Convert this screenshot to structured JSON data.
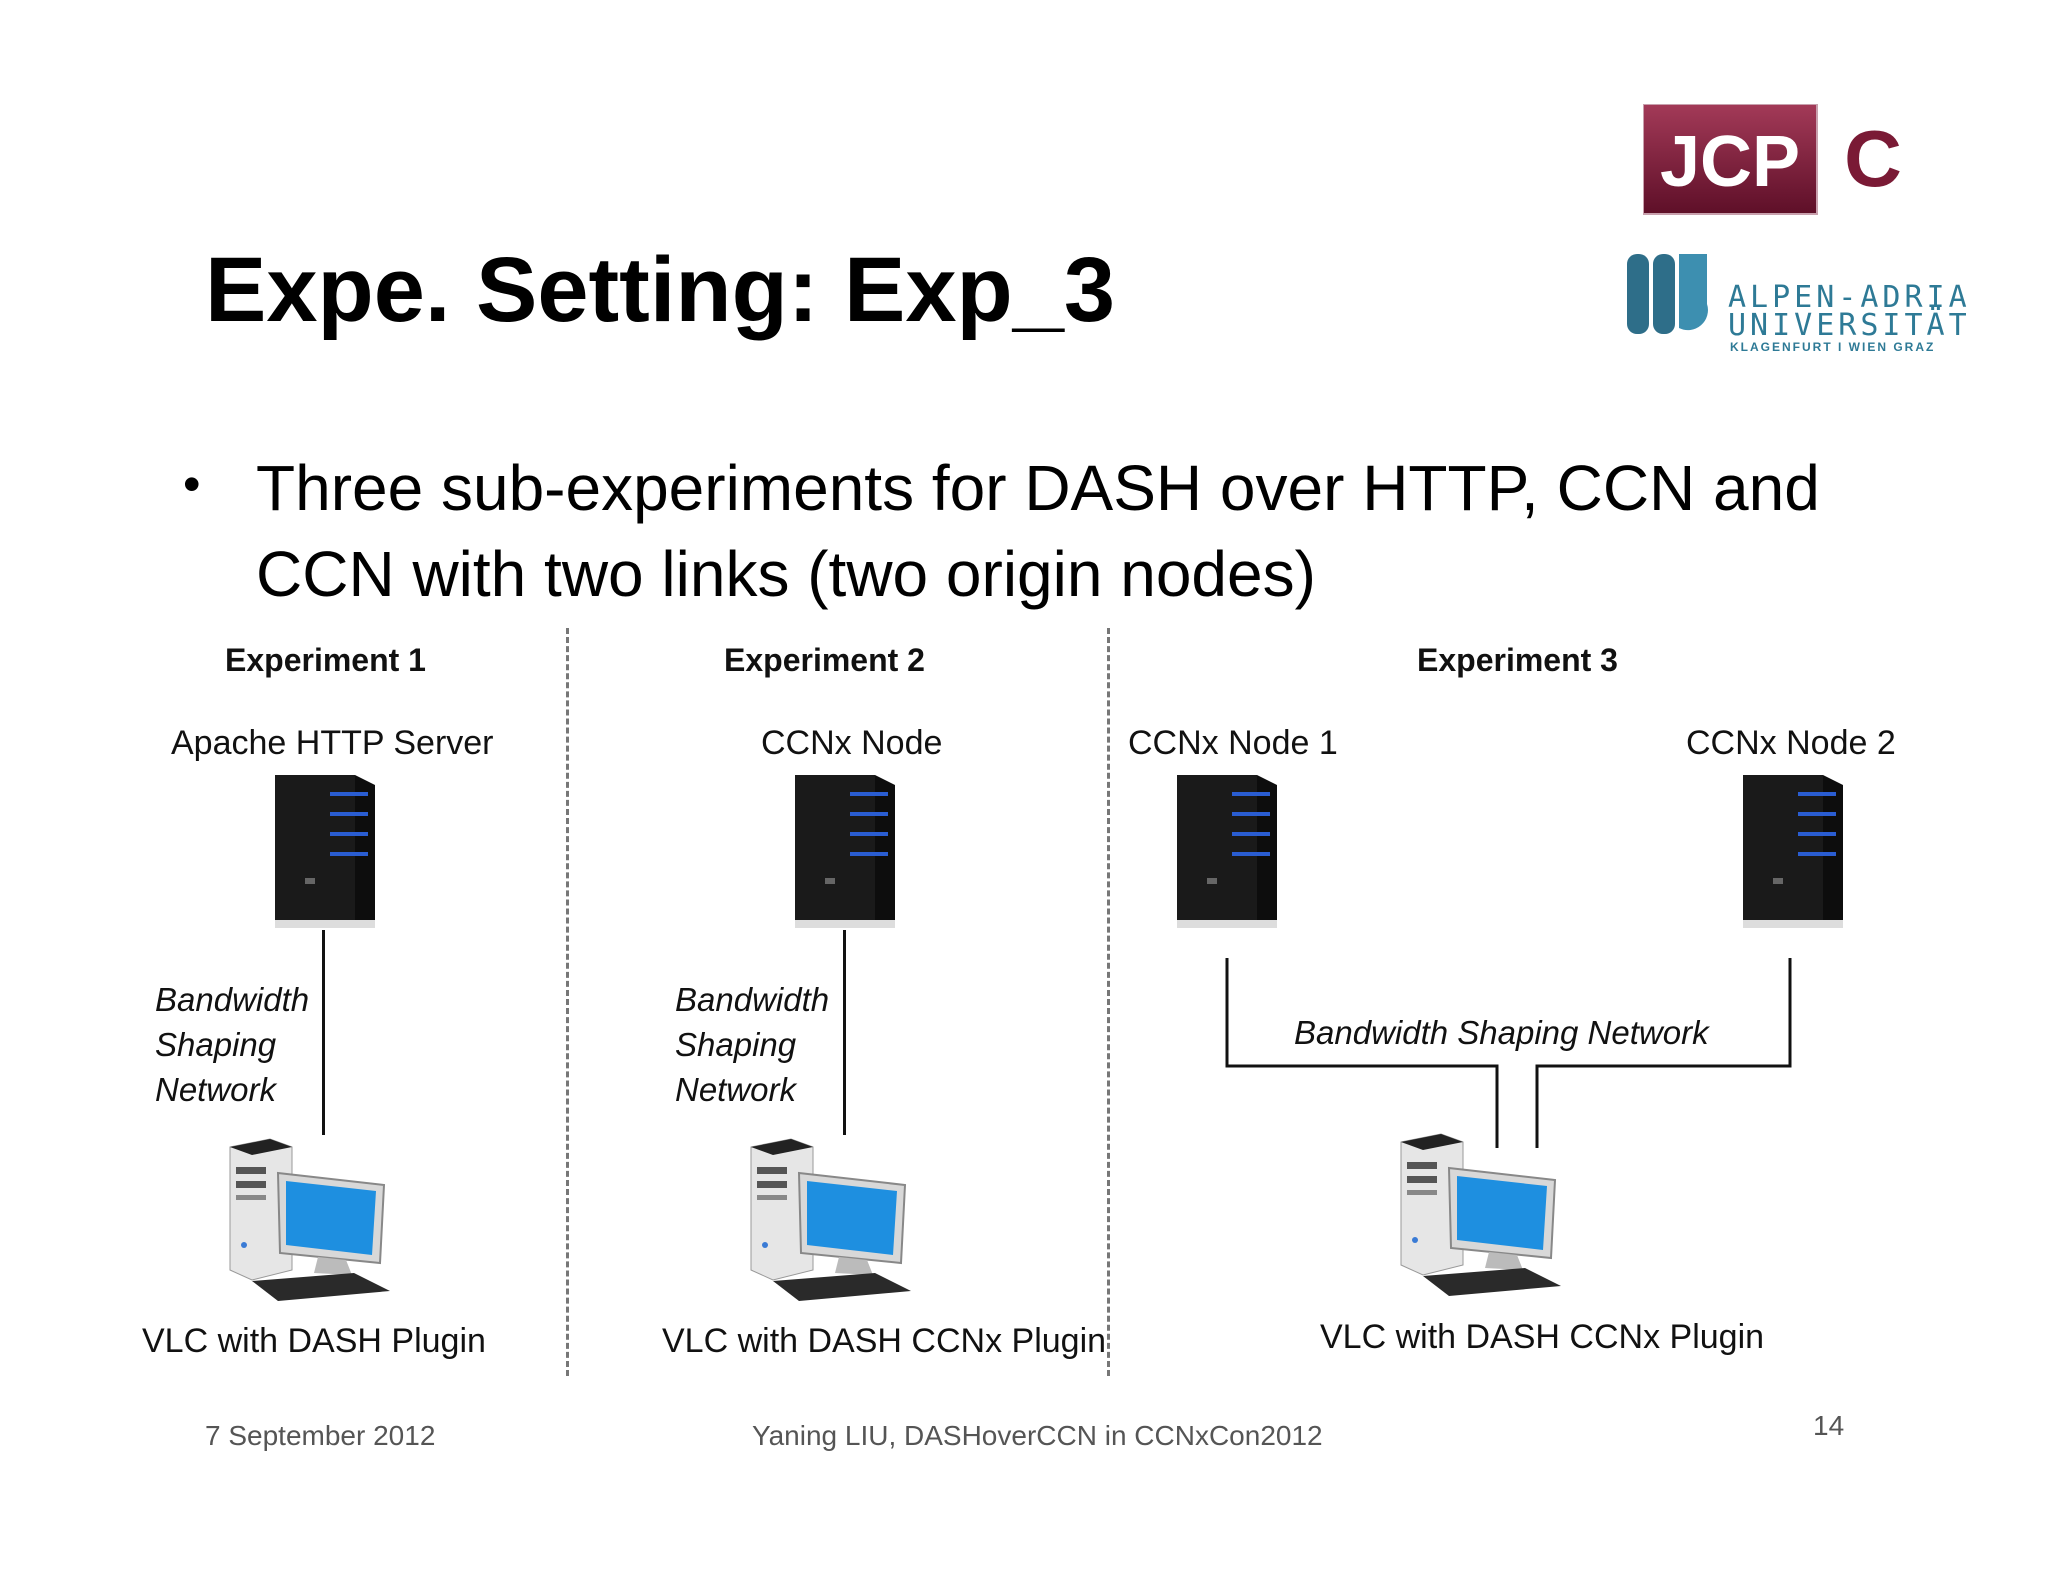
{
  "slide": {
    "title": "Expe. Setting: Exp_3",
    "bullet": "Three sub-experiments for DASH over HTTP, CCN and CCN with two links (two origin nodes)"
  },
  "logos": {
    "jcpc": {
      "text_left": "JCP",
      "text_right": "C",
      "color": "#7a1a35"
    },
    "aau": {
      "line1": "ALPEN-ADRIA",
      "line2": "UNIVERSITÄT",
      "line3": "KLAGENFURT I WIEN GRAZ",
      "color": "#2e7a96"
    }
  },
  "diagram": {
    "exp1": {
      "title": "Experiment 1",
      "server_label": "Apache HTTP Server",
      "link_label_1": "Bandwidth",
      "link_label_2": "Shaping",
      "link_label_3": "Network",
      "client_label": "VLC with DASH Plugin"
    },
    "exp2": {
      "title": "Experiment 2",
      "server_label": "CCNx Node",
      "link_label_1": "Bandwidth",
      "link_label_2": "Shaping",
      "link_label_3": "Network",
      "client_label": "VLC with DASH CCNx Plugin"
    },
    "exp3": {
      "title": "Experiment 3",
      "server1_label": "CCNx Node 1",
      "server2_label": "CCNx Node 2",
      "link_label": "Bandwidth Shaping Network",
      "client_label": "VLC with DASH CCNx Plugin"
    }
  },
  "footer": {
    "date": "7 September 2012",
    "author": "Yaning LIU, DASHoverCCN in CCNxCon2012",
    "page_number": "14"
  }
}
